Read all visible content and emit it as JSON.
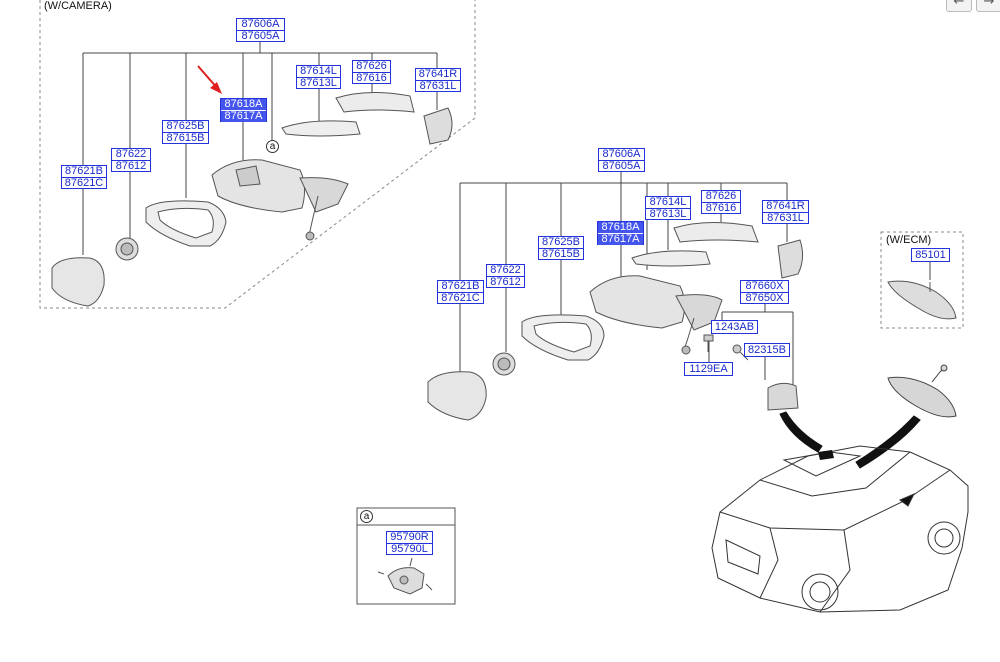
{
  "nav": {
    "back_icon": "←",
    "forward_icon": "→"
  },
  "captions": {
    "camera": "(W/CAMERA)",
    "ecm": "(W/ECM)"
  },
  "markers": {
    "a": "a"
  },
  "labels": {
    "cam_87606": [
      "87606A",
      "87605A"
    ],
    "cam_87614": [
      "87614L",
      "87613L"
    ],
    "cam_87626": [
      "87626",
      "87616"
    ],
    "cam_87641": [
      "87641R",
      "87631L"
    ],
    "cam_87618": [
      "87618A",
      "87617A"
    ],
    "cam_87625": [
      "87625B",
      "87615B"
    ],
    "cam_87622": [
      "87622",
      "87612"
    ],
    "cam_87621": [
      "87621B",
      "87621C"
    ],
    "std_87606": [
      "87606A",
      "87605A"
    ],
    "std_87614": [
      "87614L",
      "87613L"
    ],
    "std_87626": [
      "87626",
      "87616"
    ],
    "std_87641": [
      "87641R",
      "87631L"
    ],
    "std_87618": [
      "87618A",
      "87617A"
    ],
    "std_87625": [
      "87625B",
      "87615B"
    ],
    "std_87622": [
      "87622",
      "87612"
    ],
    "std_87621": [
      "87621B",
      "87621C"
    ],
    "p87660": [
      "87660X",
      "87650X"
    ],
    "p1243AB": "1243AB",
    "p82315B": "82315B",
    "p1129EA": "1129EA",
    "p85101": "85101",
    "p95790": [
      "95790R",
      "95790L"
    ]
  },
  "colors": {
    "label_border": "#2233dd",
    "label_text": "#1a2acc",
    "highlight": "#4455ee",
    "arrow": "#e02020"
  }
}
